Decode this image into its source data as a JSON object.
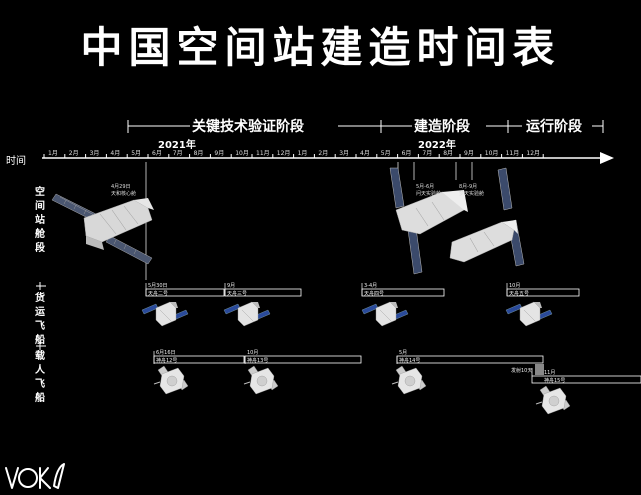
{
  "title": "中国空间站建造时间表",
  "phases": [
    {
      "label": "关键技术验证阶段"
    },
    {
      "label": "建造阶段"
    },
    {
      "label": "运行阶段"
    }
  ],
  "years": [
    "2021年",
    "2022年"
  ],
  "axis_label": "时间",
  "months_2021": [
    "1月",
    "2月",
    "3月",
    "4月",
    "5月",
    "6月",
    "7月",
    "8月",
    "9月",
    "10月",
    "11月",
    "12月"
  ],
  "months_2022": [
    "1月",
    "2月",
    "3月",
    "4月",
    "5月",
    "6月",
    "7月",
    "8月",
    "9月",
    "10月",
    "11月",
    "12月"
  ],
  "rows": {
    "station": "空间站舱段",
    "cargo": "货运飞船",
    "crew": "载人飞船"
  },
  "station_events": [
    {
      "date": "4月29日",
      "text": "天和核心舱"
    },
    {
      "date": "5月-6月",
      "text": "问天实验舱"
    },
    {
      "date": "8月-9月",
      "text": "梦天实验舱"
    }
  ],
  "cargo_events": [
    {
      "date": "5月30日",
      "name": "天舟二号"
    },
    {
      "date": "9月",
      "name": "天舟三号"
    },
    {
      "date": "3-4月",
      "name": "天舟四号"
    },
    {
      "date": "10月",
      "name": "天舟五号"
    }
  ],
  "crew_events": [
    {
      "date": "6月16日",
      "name": "神舟12号"
    },
    {
      "date": "10月",
      "name": "神舟13号"
    },
    {
      "date": "5月",
      "name": "神舟14号"
    },
    {
      "date": "11月",
      "name": "神舟15号"
    }
  ],
  "backup_label": "发射10天",
  "colors": {
    "background": "#000000",
    "foreground": "#ffffff",
    "panel": "#1c3f8c"
  }
}
